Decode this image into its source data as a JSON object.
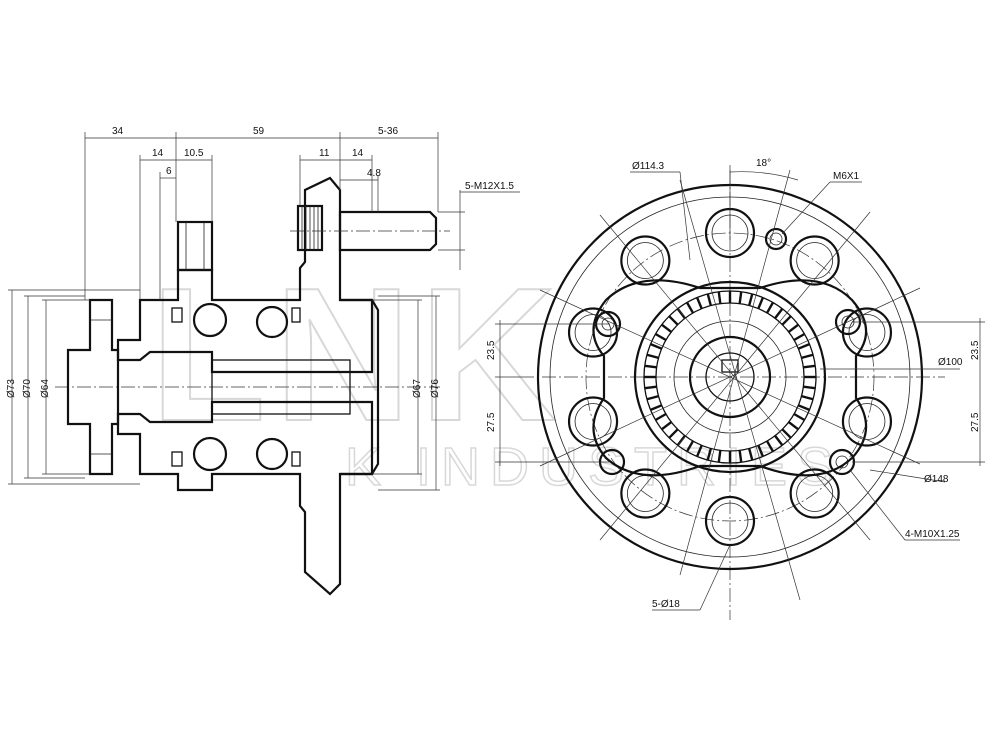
{
  "watermark": {
    "brand": "LNK",
    "subtitle": "K INDUSTRIES"
  },
  "side_view": {
    "dims_top": [
      "34",
      "59",
      "5-36",
      "14",
      "10.5",
      "11",
      "14",
      "6",
      "4.8"
    ],
    "stud_callout": "5-M12X1.5",
    "dims_left": [
      "Ø73",
      "Ø70",
      "Ø64"
    ],
    "dims_right": [
      "Ø67",
      "Ø76"
    ]
  },
  "front_view": {
    "pcd": "Ø114.3",
    "angle": "18°",
    "screw": "M6X1",
    "hub_dia": "Ø100",
    "flange_dia": "Ø148",
    "bolt_holes": "4-M10X1.25",
    "lug_holes": "5-Ø18",
    "offsets_left": [
      "23.5",
      "27.5"
    ],
    "offsets_right": [
      "23.5",
      "27.5"
    ]
  }
}
